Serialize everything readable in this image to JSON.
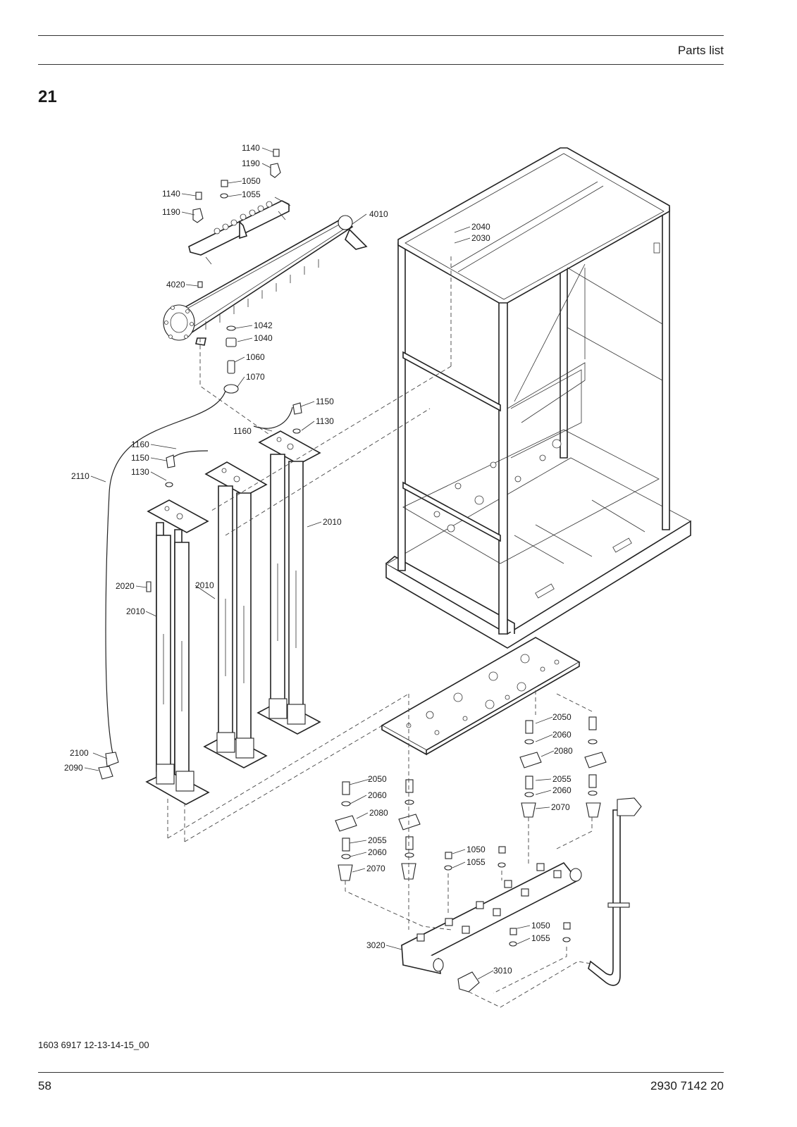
{
  "header": {
    "title": "Parts list"
  },
  "section": {
    "number": "21"
  },
  "drawing": {
    "id": "1603 6917 12-13-14-15_00"
  },
  "footer": {
    "page": "58",
    "doc_number": "2930 7142 20"
  },
  "callouts": [
    "1140",
    "1190",
    "1050",
    "1055",
    "1140",
    "1190",
    "4010",
    "2040",
    "2030",
    "4020",
    "1042",
    "1040",
    "1060",
    "1070",
    "1150",
    "1130",
    "1160",
    "1160",
    "1150",
    "1130",
    "2110",
    "2010",
    "2020",
    "2010",
    "2010",
    "2050",
    "2060",
    "2080",
    "2100",
    "2090",
    "2050",
    "2060",
    "2080",
    "2055",
    "2060",
    "2070",
    "2055",
    "2060",
    "2070",
    "1050",
    "1055",
    "1050",
    "1055",
    "3020",
    "3010"
  ]
}
